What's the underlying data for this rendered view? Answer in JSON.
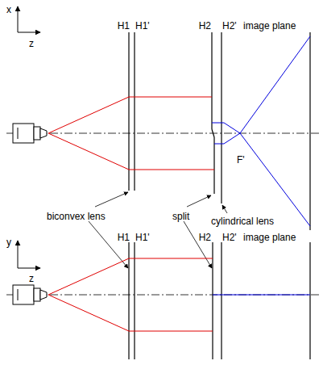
{
  "diagram": {
    "labels": [
      "x",
      "z",
      "H1",
      "H1'",
      "H2",
      "H2'",
      "image plane",
      "F'",
      "biconvex lens",
      "split",
      "cylindrical lens",
      "y",
      "z",
      "H1",
      "H1'",
      "H2",
      "H2'",
      "image plane"
    ]
  }
}
